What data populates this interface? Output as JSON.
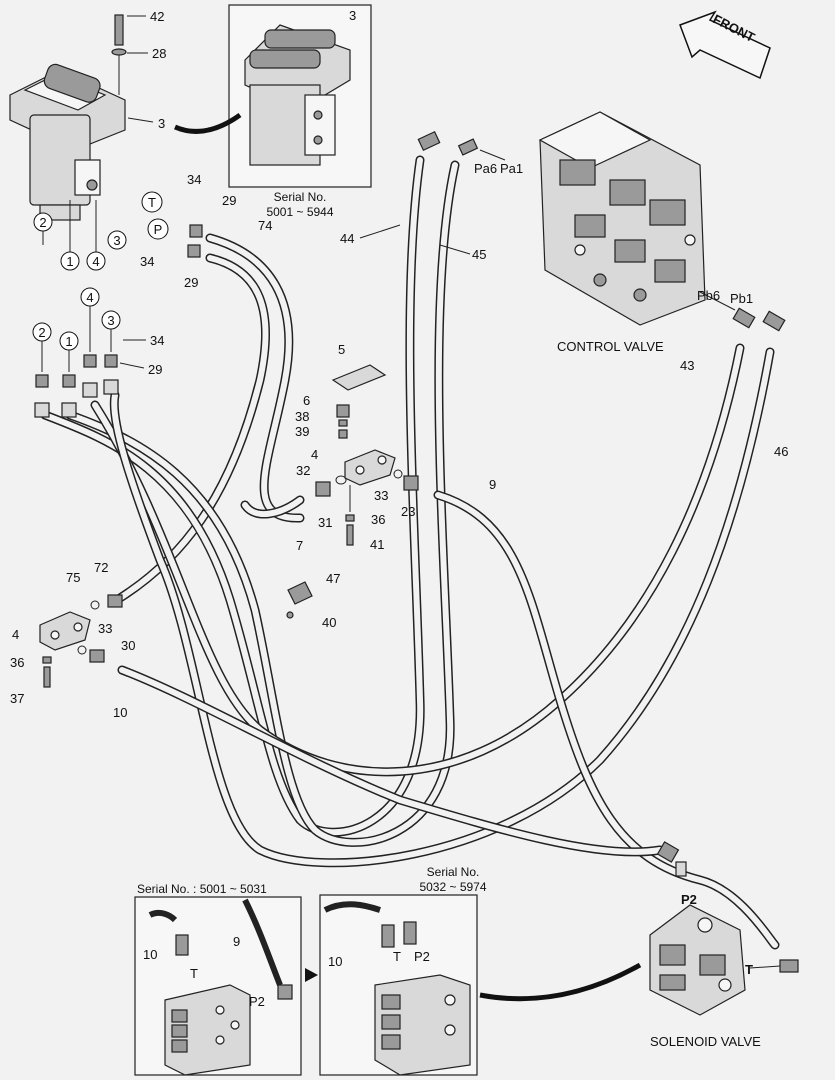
{
  "callouts": [
    {
      "id": "42",
      "text": "42"
    },
    {
      "id": "28",
      "text": "28"
    },
    {
      "id": "3a",
      "text": "3"
    },
    {
      "id": "3b",
      "text": "3"
    },
    {
      "id": "34a",
      "text": "34"
    },
    {
      "id": "29a",
      "text": "29"
    },
    {
      "id": "74",
      "text": "74"
    },
    {
      "id": "34b",
      "text": "34"
    },
    {
      "id": "29b",
      "text": "29"
    },
    {
      "id": "44",
      "text": "44"
    },
    {
      "id": "45",
      "text": "45"
    },
    {
      "id": "34c",
      "text": "34"
    },
    {
      "id": "29c",
      "text": "29"
    },
    {
      "id": "5",
      "text": "5"
    },
    {
      "id": "6",
      "text": "6"
    },
    {
      "id": "38",
      "text": "38"
    },
    {
      "id": "39",
      "text": "39"
    },
    {
      "id": "4a",
      "text": "4"
    },
    {
      "id": "32",
      "text": "32"
    },
    {
      "id": "33a",
      "text": "33"
    },
    {
      "id": "23",
      "text": "23"
    },
    {
      "id": "9a",
      "text": "9"
    },
    {
      "id": "31",
      "text": "31"
    },
    {
      "id": "36a",
      "text": "36"
    },
    {
      "id": "7",
      "text": "7"
    },
    {
      "id": "41",
      "text": "41"
    },
    {
      "id": "43",
      "text": "43"
    },
    {
      "id": "46",
      "text": "46"
    },
    {
      "id": "47",
      "text": "47"
    },
    {
      "id": "40",
      "text": "40"
    },
    {
      "id": "75",
      "text": "75"
    },
    {
      "id": "72",
      "text": "72"
    },
    {
      "id": "4b",
      "text": "4"
    },
    {
      "id": "33b",
      "text": "33"
    },
    {
      "id": "30",
      "text": "30"
    },
    {
      "id": "36b",
      "text": "36"
    },
    {
      "id": "37",
      "text": "37"
    },
    {
      "id": "10a",
      "text": "10"
    },
    {
      "id": "10b",
      "text": "10"
    },
    {
      "id": "9b",
      "text": "9"
    },
    {
      "id": "10c",
      "text": "10"
    }
  ],
  "circled": {
    "T": "T",
    "P": "P",
    "c1": "1",
    "c2": "2",
    "c3": "3",
    "c4": "4",
    "d1": "1",
    "d2": "2",
    "d3": "3",
    "d4": "4"
  },
  "ports": {
    "pa6": "Pa6",
    "pa1": "Pa1",
    "pb6": "Pb6",
    "pb1": "Pb1",
    "p2_main": "P2",
    "t_main": "T",
    "t_box1": "T",
    "p2_box1": "P2",
    "t_box2": "T",
    "p2_box2": "P2"
  },
  "captions": {
    "front": "FRONT",
    "control_valve": "CONTROL VALVE",
    "solenoid_valve": "SOLENOID VALVE",
    "serial_top_line1": "Serial No.",
    "serial_top_line2": "5001 ~ 5944",
    "serial_box1": "Serial No.  : 5001 ~ 5031",
    "serial_box2_line1": "Serial No.",
    "serial_box2_line2": "5032 ~ 5974"
  },
  "colors": {
    "ink": "#222222",
    "paper": "#f2f2f2",
    "part_fill": "#d9d9d9"
  }
}
